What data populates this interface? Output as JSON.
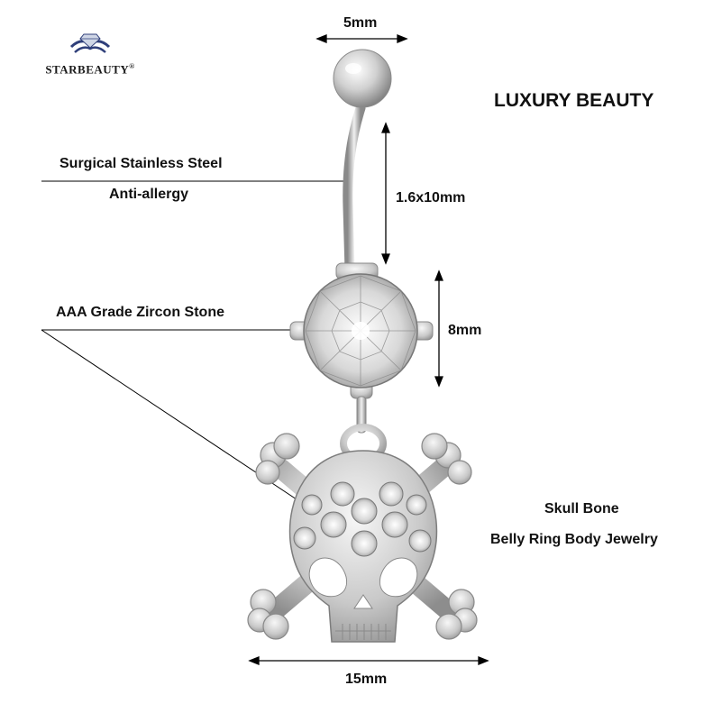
{
  "brand": {
    "name": "STARBEAUTY",
    "mark": "®"
  },
  "headline": "LUXURY BEAUTY",
  "labels": {
    "material_line1": "Surgical Stainless Steel",
    "material_line2": "Anti-allergy",
    "stone": "AAA Grade Zircon Stone",
    "product_line1": "Skull Bone",
    "product_line2": "Belly Ring Body Jewelry"
  },
  "dimensions": {
    "ball_width": "5mm",
    "bar_size": "1.6x10mm",
    "stone_size": "8mm",
    "pendant_width": "15mm"
  },
  "colors": {
    "text": "#111111",
    "metal": "#c8c8c8",
    "background": "#ffffff"
  }
}
